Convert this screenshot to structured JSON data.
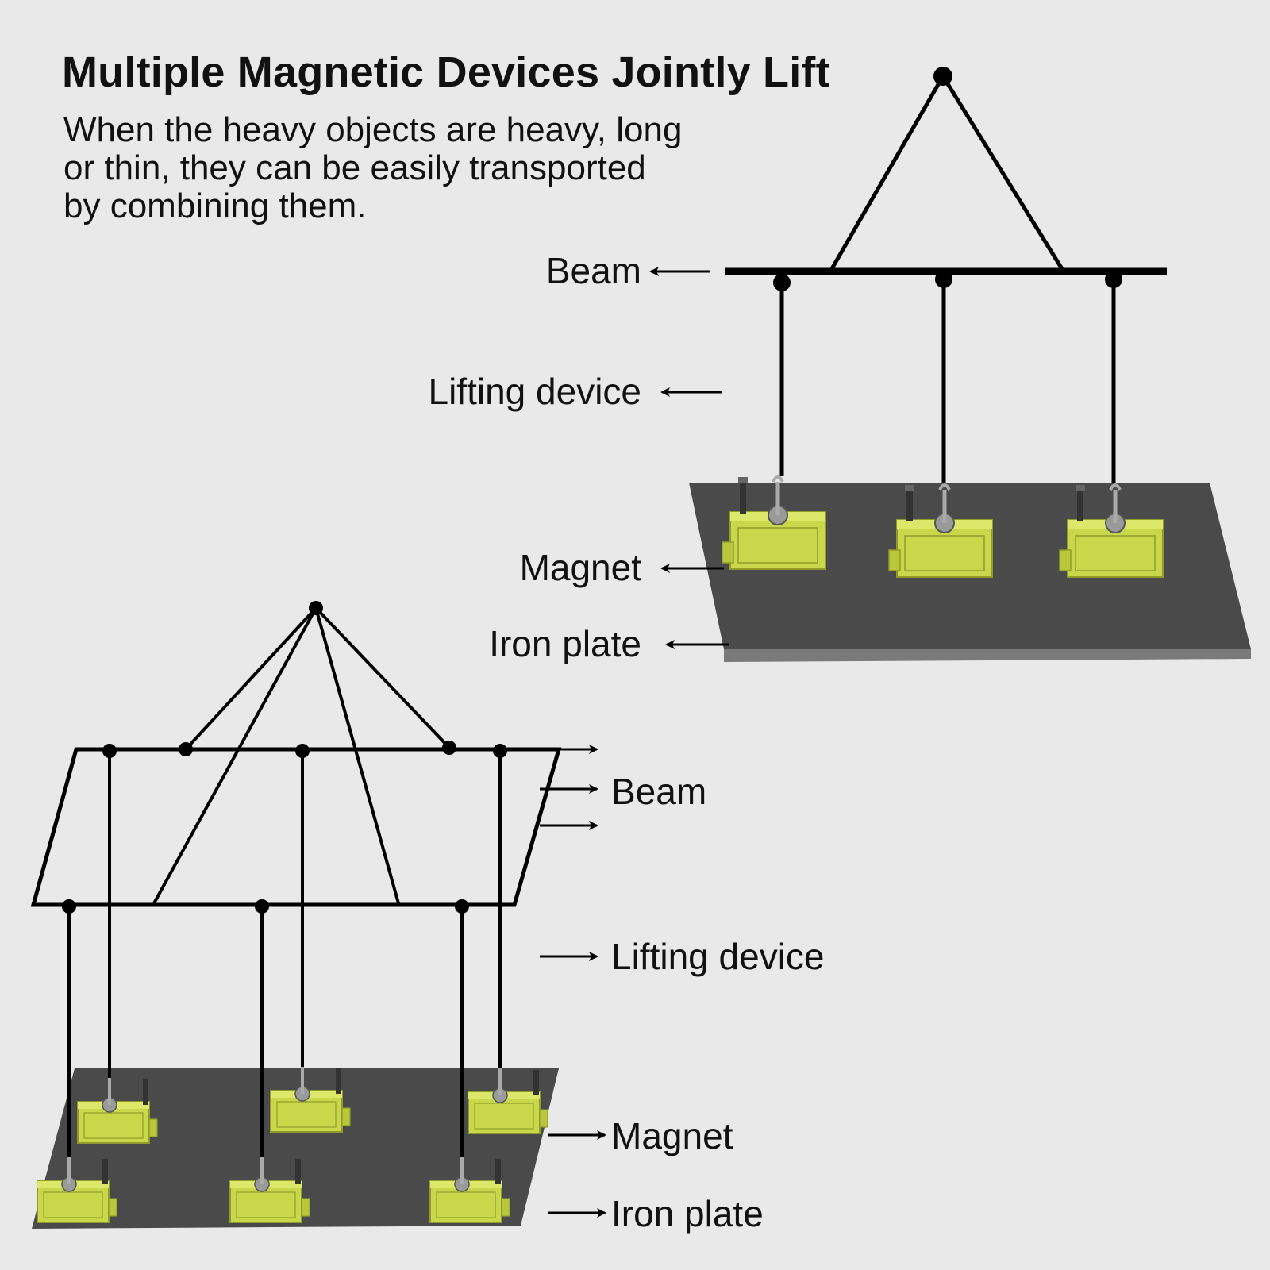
{
  "title": "Multiple Magnetic Devices Jointly Lift",
  "subtitle_lines": [
    "When the heavy objects are heavy, long",
    "or thin, they can be easily transported",
    "by combining them."
  ],
  "top_diagram": {
    "labels": {
      "beam": "Beam",
      "lifting_device": "Lifting device",
      "magnet": "Magnet",
      "iron_plate": "Iron plate"
    },
    "magnet_count": 3
  },
  "bottom_diagram": {
    "labels": {
      "beam": "Beam",
      "lifting_device": "Lifting device",
      "magnet": "Magnet",
      "iron_plate": "Iron plate"
    },
    "magnet_count": 6
  },
  "colors": {
    "background": "#e9e9e9",
    "plate": "#4a4a4a",
    "plate_edge": "#7a7a7a",
    "magnet": "#c8d84a",
    "line": "#000000"
  }
}
